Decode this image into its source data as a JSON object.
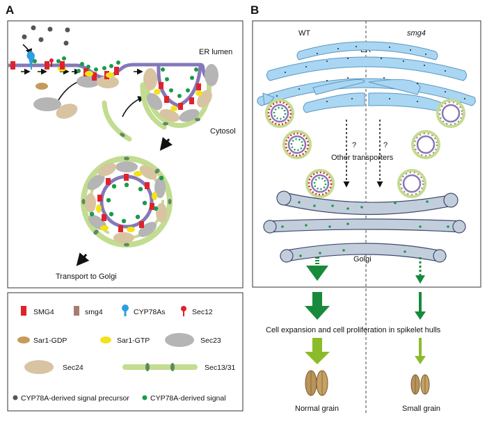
{
  "panel_a": {
    "letter": "A",
    "er_lumen": "ER lumen",
    "cytosol": "Cytosol",
    "transport": "Transport to Golgi"
  },
  "panel_b": {
    "letter": "B",
    "wt": "WT",
    "mutant": "smg4",
    "er": "ER",
    "question": "?",
    "other_transporters": "Other transporters",
    "golgi": "Golgi",
    "cell_expansion": "Cell expansion and cell proliferation in spikelet hulls",
    "normal_grain": "Normal grain",
    "small_grain": "Small grain"
  },
  "legend": {
    "smg4_protein": "SMG4",
    "smg4_mutant": "smg4",
    "cyp78as": "CYP78As",
    "sec12": "Sec12",
    "sar1_gdp": "Sar1-GDP",
    "sar1_gtp": "Sar1-GTP",
    "sec23": "Sec23",
    "sec24": "Sec24",
    "sec13_31": "Sec13/31",
    "precursor": "CYP78A-derived signal precursor",
    "signal": "CYP78A-derived signal"
  },
  "colors": {
    "er_blue": "#a9d6f2",
    "golgi_gray": "#c3cedd",
    "membrane_purple": "#8578b8",
    "coat_green": "#c2dc90",
    "signal_green": "#1a9a4a",
    "smg4_red": "#e0222a",
    "sar1_yellow": "#f3e21a",
    "sec23_gray": "#b5b5b5",
    "sec24_tan": "#d8c4a3",
    "precursor_gray": "#555555",
    "arrow_dark_green": "#178a3c",
    "arrow_light_green": "#8cbb2a"
  }
}
